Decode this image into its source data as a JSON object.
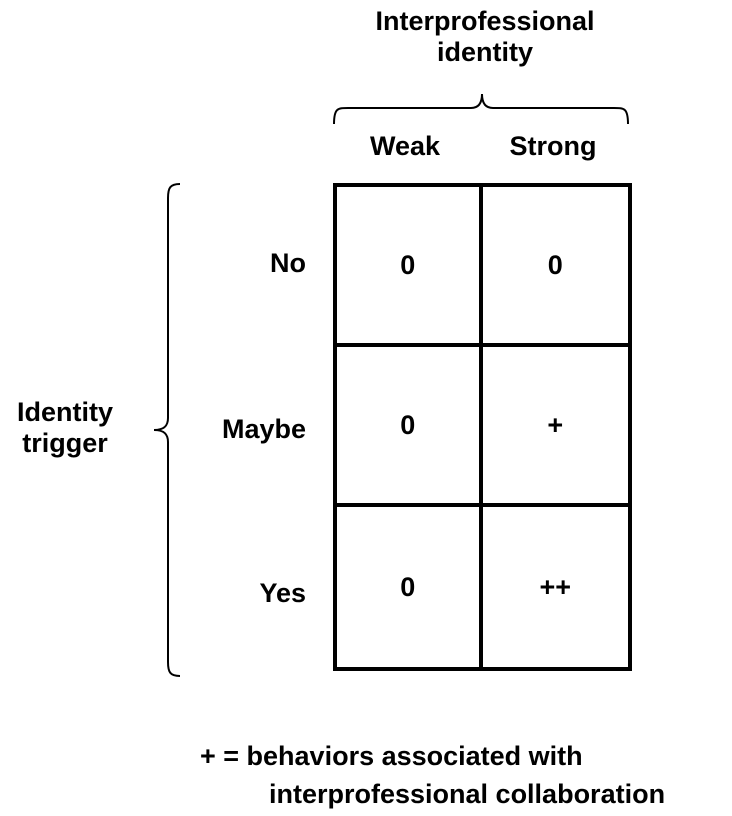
{
  "column_axis": {
    "title_line1": "Interprofessional",
    "title_line2": "identity",
    "columns": [
      "Weak",
      "Strong"
    ]
  },
  "row_axis": {
    "title_line1": "Identity",
    "title_line2": "trigger",
    "rows": [
      "No",
      "Maybe",
      "Yes"
    ]
  },
  "matrix": {
    "cells": [
      [
        "0",
        "0"
      ],
      [
        "0",
        "+"
      ],
      [
        "0",
        "++"
      ]
    ]
  },
  "legend": {
    "line1": "+ = behaviors associated with",
    "line2": "interprofessional collaboration"
  }
}
